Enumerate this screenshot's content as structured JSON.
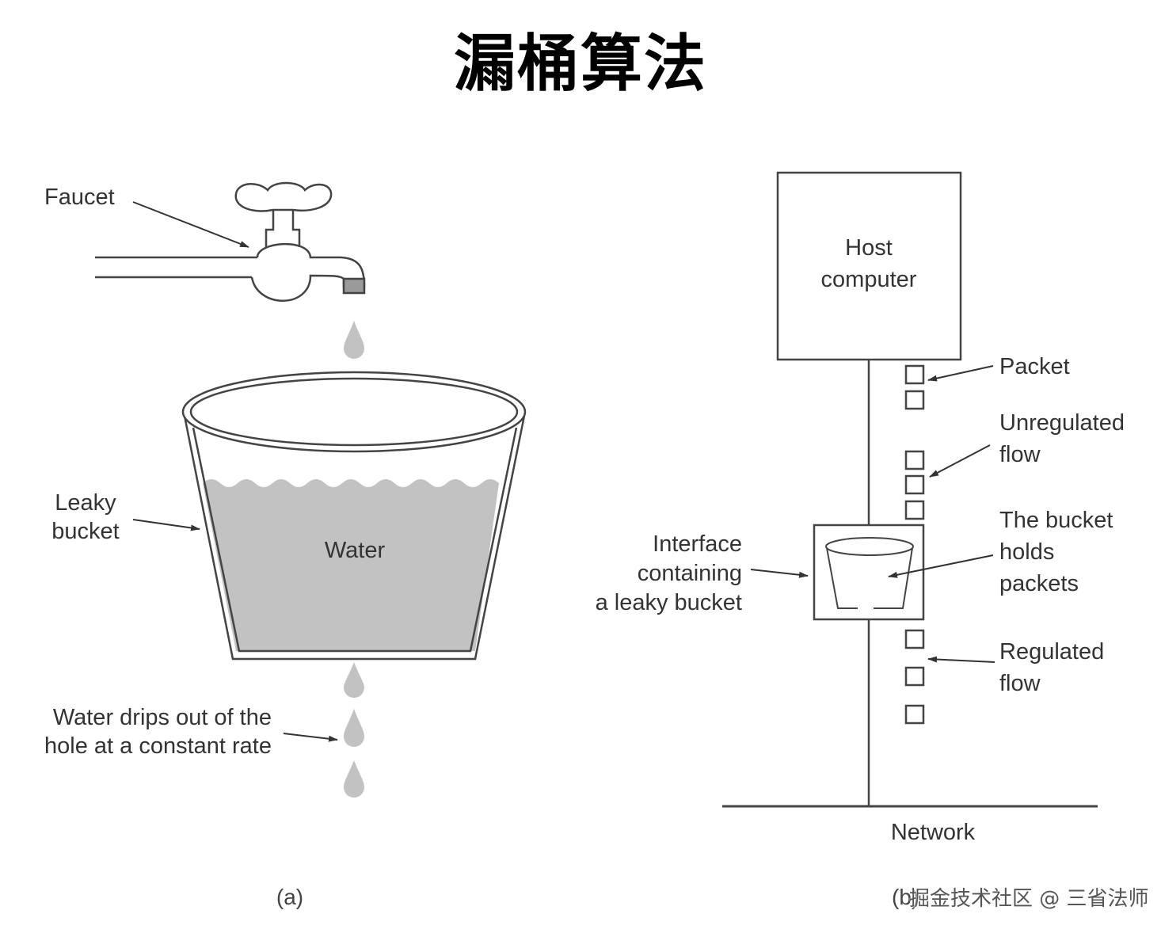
{
  "title": "漏桶算法",
  "panel_a": {
    "faucet_label": "Faucet",
    "bucket_label_line1": "Leaky",
    "bucket_label_line2": "bucket",
    "water_label": "Water",
    "drips_label_line1": "Water drips out of the",
    "drips_label_line2": "hole at a constant rate",
    "caption": "(a)"
  },
  "panel_b": {
    "host_line1": "Host",
    "host_line2": "computer",
    "packet_label": "Packet",
    "unregulated_line1": "Unregulated",
    "unregulated_line2": "flow",
    "bucket_holds_line1": "The bucket",
    "bucket_holds_line2": "holds",
    "bucket_holds_line3": "packets",
    "interface_line1": "Interface",
    "interface_line2": "containing",
    "interface_line3": "a leaky bucket",
    "regulated_line1": "Regulated",
    "regulated_line2": "flow",
    "network_label": "Network",
    "caption": "(b)"
  },
  "watermark": "掘金技术社区 @ 三省法师",
  "colors": {
    "line": "#444444",
    "water": "#c2c2c2",
    "text": "#333333"
  }
}
